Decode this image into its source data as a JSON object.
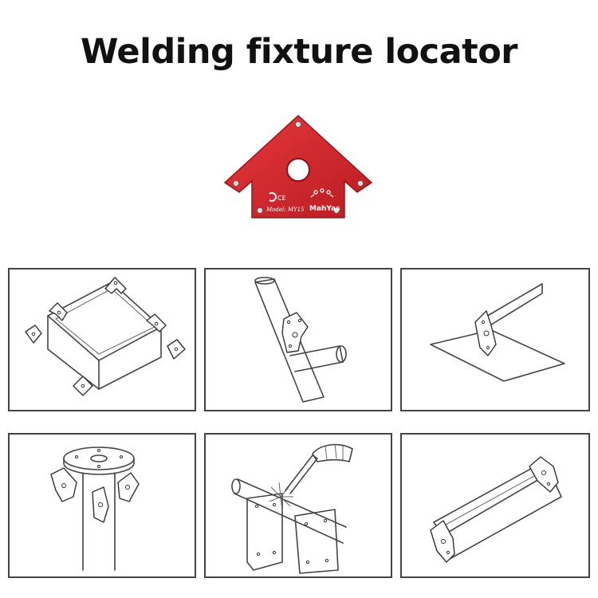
{
  "title": "Welding fixture locator",
  "product": {
    "body_color": "#d9262b",
    "brand": "MahYas",
    "model_label": "Model: MY15",
    "ce_mark": "CE",
    "magnet_icon": "magnet-icon"
  },
  "panels": [
    {
      "name": "panel-box-frame"
    },
    {
      "name": "panel-pipe-tee"
    },
    {
      "name": "panel-sheet-angle"
    },
    {
      "name": "panel-flange-pipe"
    },
    {
      "name": "panel-welding-torch"
    },
    {
      "name": "panel-angle-channel"
    }
  ]
}
